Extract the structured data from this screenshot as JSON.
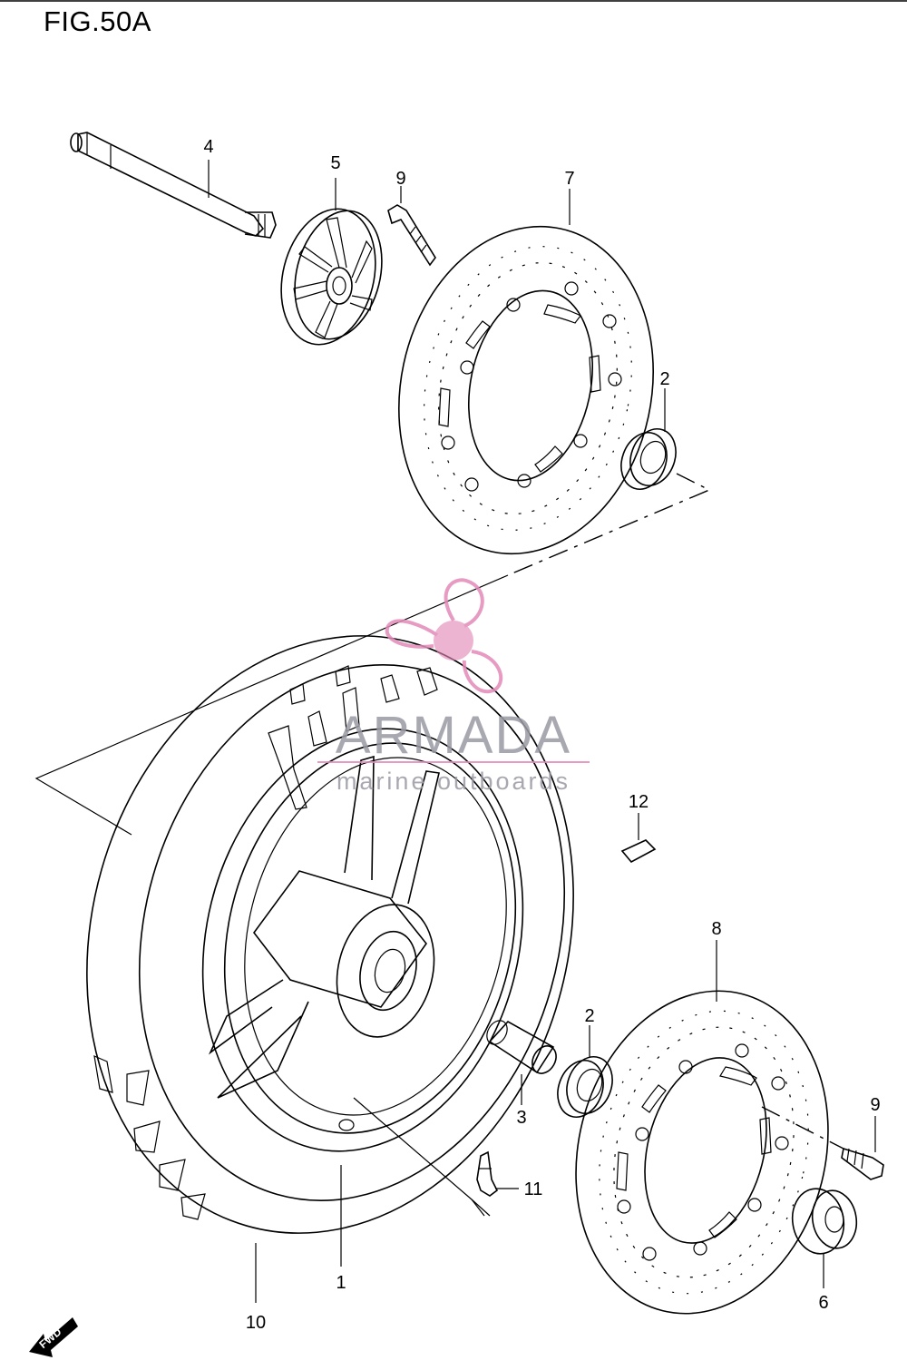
{
  "figure": {
    "title": "FIG.50A"
  },
  "callouts": [
    {
      "id": "callout-4",
      "text": "4"
    },
    {
      "id": "callout-5",
      "text": "5"
    },
    {
      "id": "callout-9a",
      "text": "9"
    },
    {
      "id": "callout-7",
      "text": "7"
    },
    {
      "id": "callout-2a",
      "text": "2"
    },
    {
      "id": "callout-12",
      "text": "12"
    },
    {
      "id": "callout-8",
      "text": "8"
    },
    {
      "id": "callout-2b",
      "text": "2"
    },
    {
      "id": "callout-3",
      "text": "3"
    },
    {
      "id": "callout-9b",
      "text": "9"
    },
    {
      "id": "callout-11",
      "text": "11"
    },
    {
      "id": "callout-1",
      "text": "1"
    },
    {
      "id": "callout-10",
      "text": "10"
    },
    {
      "id": "callout-6",
      "text": "6"
    }
  ],
  "watermark": {
    "brand": "ARMADA",
    "tagline": "marine outboards",
    "color": "#e38ab8"
  },
  "direction_badge": {
    "text": "FWD"
  }
}
